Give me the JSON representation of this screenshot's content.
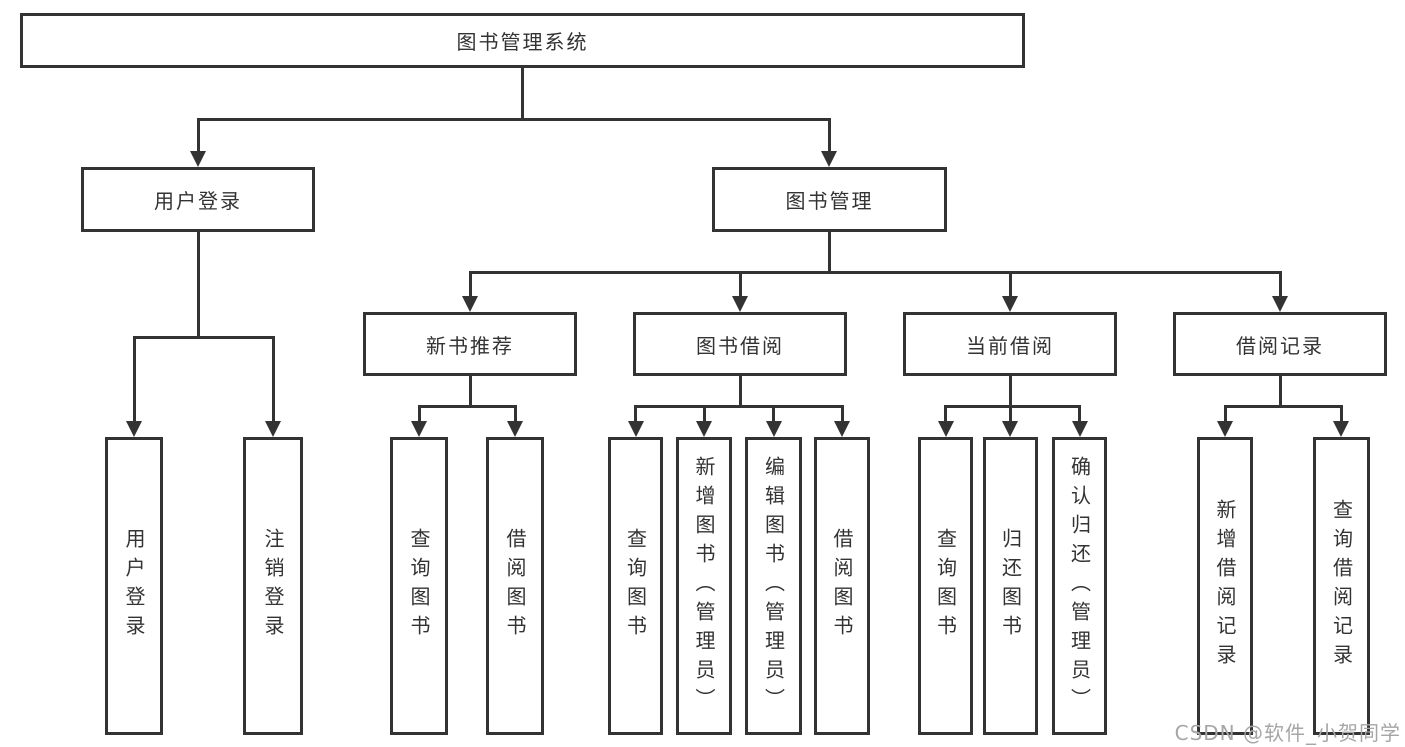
{
  "tree": {
    "root": {
      "label": "图书管理系统"
    },
    "user_login": {
      "label": "用户登录",
      "children": [
        {
          "label": "用户登录"
        },
        {
          "label": "注销登录"
        }
      ]
    },
    "book_management": {
      "label": "图书管理",
      "sections": [
        {
          "label": "新书推荐",
          "children": [
            {
              "label": "查询图书"
            },
            {
              "label": "借阅图书"
            }
          ]
        },
        {
          "label": "图书借阅",
          "children": [
            {
              "label": "查询图书"
            },
            {
              "label": "新增图书（管理员）"
            },
            {
              "label": "编辑图书（管理员）"
            },
            {
              "label": "借阅图书"
            }
          ]
        },
        {
          "label": "当前借阅",
          "children": [
            {
              "label": "查询图书"
            },
            {
              "label": "归还图书"
            },
            {
              "label": "确认归还（管理员）"
            }
          ]
        },
        {
          "label": "借阅记录",
          "children": [
            {
              "label": "新增借阅记录"
            },
            {
              "label": "查询借阅记录"
            }
          ]
        }
      ]
    }
  },
  "watermark": {
    "text": "CSDN @软件_小贺同学"
  },
  "colors": {
    "line": "#333333",
    "text": "#333333",
    "background": "#ffffff",
    "watermark": "#a6a6a6"
  }
}
